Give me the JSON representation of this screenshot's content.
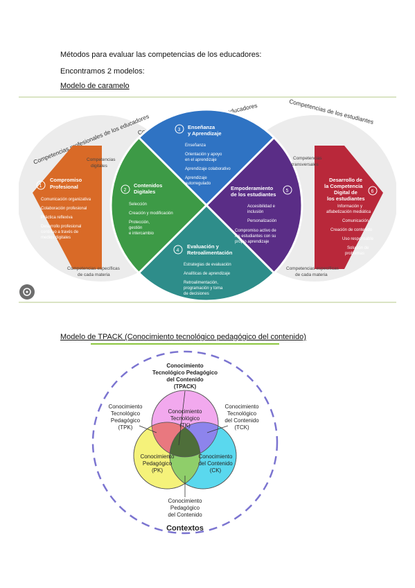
{
  "doc": {
    "intro": "Métodos para evaluar las competencias de los educadores:",
    "models_found": "Encontramos 2 modelos:",
    "model1_title": "Modelo de caramelo",
    "model2_title": "Modelo de TPACK (Conocimiento tecnológico pedagógico del contenido)"
  },
  "caramel": {
    "arc_left": "Competencias profesionales de los educadores",
    "arc_mid": "Competencias pedagógicas de los educadores",
    "arc_right": "Competencias de los estudiantes",
    "left_digital": [
      "Competencias",
      "digitales"
    ],
    "left_specific": [
      "Competencias específicas",
      "de cada materia"
    ],
    "right_transversal": [
      "Competencias",
      "transversales"
    ],
    "right_specific": [
      "Competencias específicas",
      "de cada materia"
    ],
    "area1": {
      "num": "1",
      "title": [
        "Compromiso",
        "Profesional"
      ],
      "items": [
        "Comunicación organizativa",
        "Colaboración profesional",
        "Práctica reflexiva",
        "Desarrollo profesional",
        "continuo a través de",
        "medios digitales"
      ]
    },
    "area2": {
      "num": "2",
      "title": [
        "Contenidos",
        "Digitales"
      ],
      "items": [
        "Selección",
        "Creación y modificación",
        "Protección,",
        "gestión",
        "e intercambio"
      ]
    },
    "area3": {
      "num": "3",
      "title": [
        "Enseñanza",
        "y Aprendizaje"
      ],
      "items": [
        "Enseñanza",
        "Orientación y apoyo",
        "en el aprendizaje",
        "Aprendizaje colaborativo",
        "Aprendizaje",
        "autorregulado"
      ]
    },
    "area4": {
      "num": "4",
      "title": [
        "Evaluación y",
        "Retroalimentación"
      ],
      "items": [
        "Estrategias de evaluación",
        "Analíticas de aprendizaje",
        "Retroalimentación,",
        "programación y toma",
        "de decisiones"
      ]
    },
    "area5": {
      "num": "5",
      "title": [
        "Empoderamiento",
        "de los estudiantes"
      ],
      "items": [
        "Accesibilidad e",
        "inclusión",
        "Personalización",
        "Compromiso activo de",
        "los estudiantes con su",
        "propio aprendizaje"
      ]
    },
    "area6": {
      "num": "6",
      "title": [
        "Desarrollo de",
        "la Competencia",
        "Digital de",
        "los estudiantes"
      ],
      "items": [
        "Información y",
        "alfabetización mediática",
        "Comunicación",
        "Creación de contenido",
        "Uso responsable",
        "Solución de",
        "problemas"
      ]
    },
    "colors": {
      "orange": "#d96a27",
      "green": "#3d9a46",
      "blue": "#2f73c3",
      "purple": "#5a2d86",
      "teal": "#2e8d8a",
      "red": "#b9283a",
      "ring": "#ececec"
    }
  },
  "tpack": {
    "tpack": [
      "Conocimiento",
      "Tecnológico Pedagógico",
      "del Contenido",
      "(TPACK)"
    ],
    "tpk": [
      "Conocimiento",
      "Tecnológico",
      "Pedagógico",
      "(TPK)"
    ],
    "tck": [
      "Conocimiento",
      "Tecnológico",
      "del Contenido",
      "(TCK)"
    ],
    "tk": [
      "Conocimiento",
      "Tecnológico",
      "(TK)"
    ],
    "pk": [
      "Conocimiento",
      "Pedagógico",
      "(PK)"
    ],
    "ck": [
      "Conocimiento",
      "del Contenido",
      "(CK)"
    ],
    "pck": [
      "Conocimiento",
      "Pedagógico",
      "del Contenido"
    ],
    "contextos": "Contextos",
    "colors": {
      "tk": "#f2a9ee",
      "pk": "#f5f27a",
      "ck": "#5ad8ee",
      "dash": "#7b74d0"
    }
  }
}
